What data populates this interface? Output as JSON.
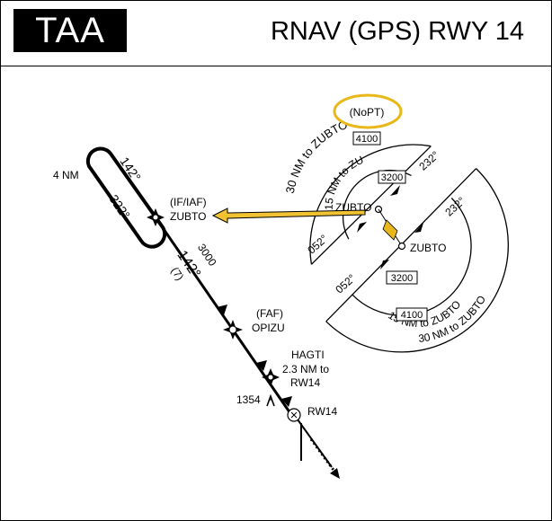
{
  "header": {
    "badge": "TAA",
    "title": "RNAV (GPS) RWY 14"
  },
  "colors": {
    "highlight": "#e8b81a",
    "arrow_fill": "#f1c232",
    "line": "#000000"
  },
  "taa": {
    "outer_arc_label": "30 NM to ZUBTO",
    "nopt": "(NoPT)",
    "outer_altitude": "4100",
    "inner_arc_label": "15 NM to ZUBTO",
    "inner_altitude": "3200",
    "fix_name": "ZUBTO",
    "bearing_052": "052°",
    "bearing_232": "232°",
    "lower_bearing_052": "052°",
    "lower_bearing_232": "232°",
    "lower_inner_altitude": "3200",
    "lower_inner_arc_label": "15 NM to ZUBTO",
    "lower_outer_altitude": "4100",
    "lower_outer_arc_label": "30 NM to ZUBTO"
  },
  "procedure": {
    "holding_leg": "4 NM",
    "holding_course_out": "142°",
    "holding_course_in": "322°",
    "iaf_label": "(IF/IAF)",
    "iaf_name": "ZUBTO",
    "segment_altitude": "3000",
    "segment_course": "142°",
    "segment_distance": "(7)",
    "faf_label": "(FAF)",
    "faf_name": "OPIZU",
    "stepdown_name": "HAGTI",
    "stepdown_dist": "2.3 NM to",
    "stepdown_to": "RW14",
    "obstacle_elev": "1354",
    "runway_label": "RW14"
  }
}
